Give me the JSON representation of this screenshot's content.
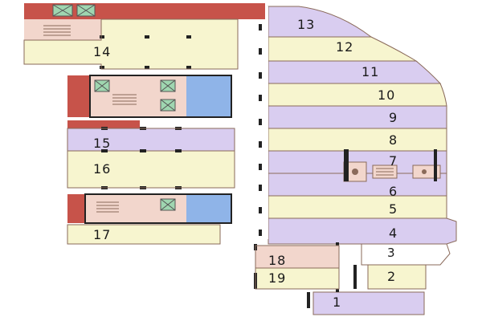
{
  "colors": {
    "lavender": "#d9cdf0",
    "cream": "#f7f5cf",
    "brick": "#c7534a",
    "salmon": "#e8a89a",
    "pink": "#f2d6cc",
    "green_x": "#9fd6b0",
    "blue": "#8fb4e8",
    "wall": "#222222",
    "outline": "#8a6a5a"
  },
  "units": [
    {
      "key": "u1",
      "label": "1"
    },
    {
      "key": "u2",
      "label": "2"
    },
    {
      "key": "u3",
      "label": "3"
    },
    {
      "key": "u4",
      "label": "4"
    },
    {
      "key": "u5",
      "label": "5"
    },
    {
      "key": "u6",
      "label": "6"
    },
    {
      "key": "u7",
      "label": "7"
    },
    {
      "key": "u8",
      "label": "8"
    },
    {
      "key": "u9",
      "label": "9"
    },
    {
      "key": "u10",
      "label": "10"
    },
    {
      "key": "u11",
      "label": "11"
    },
    {
      "key": "u12",
      "label": "12"
    },
    {
      "key": "u13",
      "label": "13"
    },
    {
      "key": "u14",
      "label": "14"
    },
    {
      "key": "u15",
      "label": "15"
    },
    {
      "key": "u16",
      "label": "16"
    },
    {
      "key": "u17",
      "label": "17"
    },
    {
      "key": "u18",
      "label": "18"
    },
    {
      "key": "u19",
      "label": "19"
    }
  ]
}
